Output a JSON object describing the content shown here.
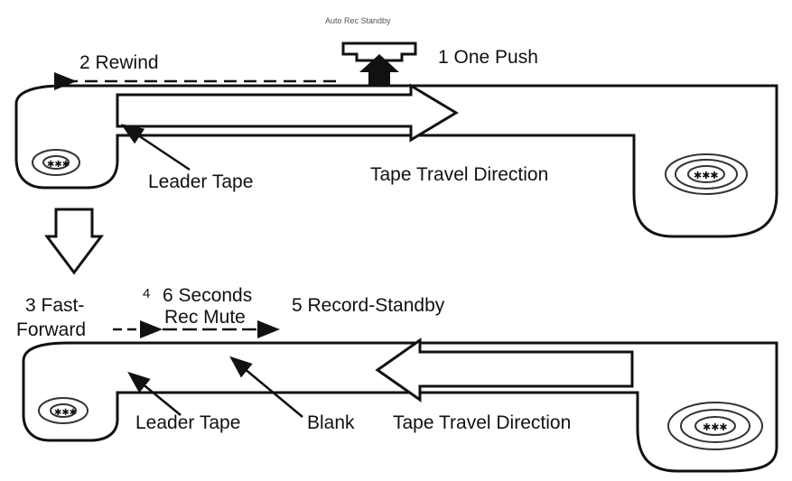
{
  "top": {
    "caption": "Auto Rec Standby",
    "one_push": "1 One Push",
    "rewind": "2 Rewind",
    "leader_tape": "Leader Tape",
    "tape_travel_direction": "Tape Travel Direction"
  },
  "bottom": {
    "fast": "3 Fast-",
    "forward": "Forward",
    "six_seconds_num": "4",
    "six_seconds": "6 Seconds",
    "rec_mute": "Rec Mute",
    "record_standby": "5 Record-Standby",
    "leader_tape": "Leader Tape",
    "blank": "Blank",
    "tape_travel_direction": "Tape Travel Direction"
  },
  "colors": {
    "ink": "#111111",
    "paper": "#ffffff"
  },
  "icons": [
    "push-button-icon",
    "down-arrow-icon",
    "tape-reel-icon"
  ]
}
